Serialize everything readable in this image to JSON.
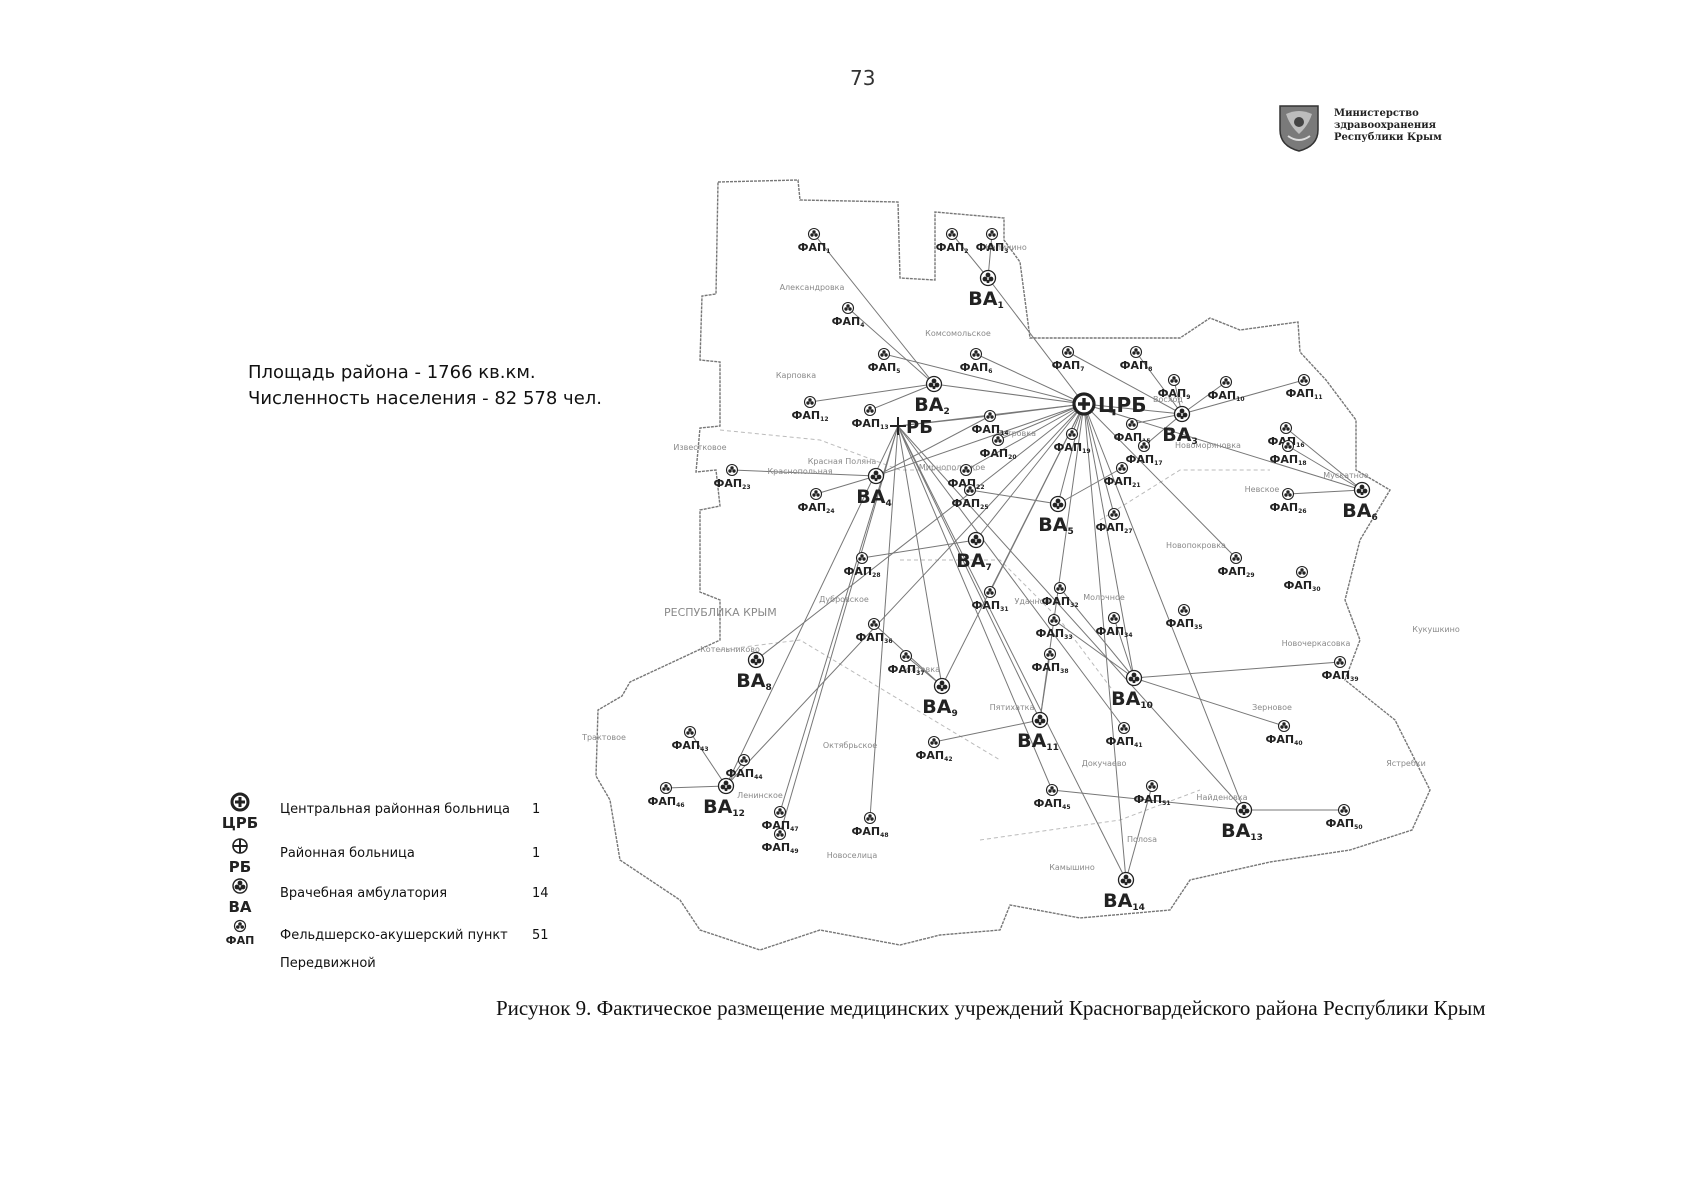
{
  "page_number": "73",
  "ministry": {
    "lines": [
      "Министерство",
      "здравоохранения",
      "Республики Крым"
    ]
  },
  "stats": {
    "area": "Площадь района - 1766 кв.км.",
    "population": "Численность населения - 82 578 чел."
  },
  "map": {
    "region_label": "РЕСПУБЛИКА КРЫМ",
    "nodes": [
      {
        "code": "ЦРБ",
        "label": "ЦРБ",
        "type": "crb"
      },
      {
        "code": "РБ",
        "label": "РБ",
        "type": "rb"
      },
      {
        "code": "ВА",
        "label": "ВА",
        "sub": "1",
        "type": "va"
      },
      {
        "code": "ВА",
        "label": "ВА",
        "sub": "2",
        "type": "va"
      },
      {
        "code": "ВА",
        "label": "ВА",
        "sub": "3",
        "type": "va"
      },
      {
        "code": "ВА",
        "label": "ВА",
        "sub": "4",
        "type": "va"
      },
      {
        "code": "ВА",
        "label": "ВА",
        "sub": "5",
        "type": "va"
      },
      {
        "code": "ВА",
        "label": "ВА",
        "sub": "6",
        "type": "va"
      },
      {
        "code": "ВА",
        "label": "ВА",
        "sub": "7",
        "type": "va"
      },
      {
        "code": "ВА",
        "label": "ВА",
        "sub": "8",
        "type": "va"
      },
      {
        "code": "ВА",
        "label": "ВА",
        "sub": "9",
        "type": "va"
      },
      {
        "code": "ВА",
        "label": "ВА",
        "sub": "10",
        "type": "va"
      },
      {
        "code": "ВА",
        "label": "ВА",
        "sub": "11",
        "type": "va"
      },
      {
        "code": "ВА",
        "label": "ВА",
        "sub": "12",
        "type": "va"
      },
      {
        "code": "ВА",
        "label": "ВА",
        "sub": "13",
        "type": "va"
      },
      {
        "code": "ВА",
        "label": "ВА",
        "sub": "14",
        "type": "va"
      }
    ],
    "fap_label": "ФАП",
    "fap_count": 51,
    "place_names": [
      "Александровка",
      "Карповка",
      "Известковое",
      "Краснопольная",
      "Красная Поляна",
      "Мирнопольское",
      "Петровка",
      "Восход",
      "Новоморяновка",
      "Мускатное",
      "Невское",
      "Котельниково",
      "Дубровское",
      "Полтавка",
      "Трактовое",
      "Октябрьское",
      "Пятихатка",
      "Докучаево",
      "Найденовка",
      "Ленинское",
      "Новоселица",
      "Молочное",
      "Зерновое",
      "Новочеркасовка",
      "Новопокровка",
      "Удачное",
      "Калинино",
      "Комсомольское",
      "Камышино",
      "Ястребки",
      "Кукушкино",
      "Полоsa"
    ]
  },
  "legend": [
    {
      "symbol": "ЦРБ",
      "label": "Центральная районная больница",
      "count": "1"
    },
    {
      "symbol": "РБ",
      "label": "Районная больница",
      "count": "1"
    },
    {
      "symbol": "ВА",
      "label": "Врачебная амбулатория",
      "count": "14"
    },
    {
      "symbol": "ФАП",
      "label": "Фельдшерско-акушерский пункт",
      "count": "51"
    }
  ],
  "legend_extra": "Передвижной",
  "caption": "Рисунок 9. Фактическое размещение медицинских учреждений Красногвардейского района Республики Крым",
  "colors": {
    "ink": "#222222",
    "light_ink": "#8a8a8a",
    "boundary": "#777777",
    "emblem": "#6b6b6b"
  }
}
